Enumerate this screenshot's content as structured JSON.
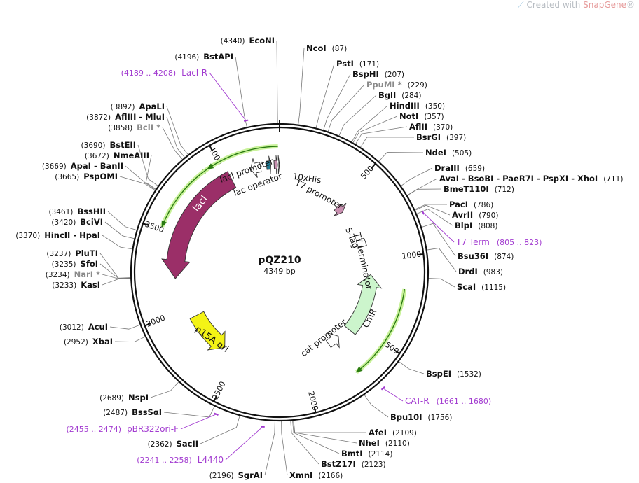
{
  "watermark": {
    "prefix": "Created with ",
    "brand": "SnapGene",
    "suffix": "®"
  },
  "plasmid": {
    "name": "pQZ210",
    "size": "4349 bp",
    "length": 4349
  },
  "ticks": [
    {
      "bp": 500,
      "label": "500"
    },
    {
      "bp": 1000,
      "label": "1000"
    },
    {
      "bp": 1500,
      "label": "1500"
    },
    {
      "bp": 2000,
      "label": "2000"
    },
    {
      "bp": 2500,
      "label": "2500"
    },
    {
      "bp": 3000,
      "label": "3000"
    },
    {
      "bp": 3500,
      "label": "3500"
    },
    {
      "bp": 4000,
      "label": "4000"
    }
  ],
  "features": [
    {
      "name": "lacI",
      "start": 3220,
      "end": 4020,
      "strand": "reverse",
      "color": "#9b2f68",
      "text_color": "#ffffff"
    },
    {
      "name": "CmR",
      "start": 1105,
      "end": 1565,
      "strand": "reverse",
      "color": "#ccf5cc",
      "text_color": "#111111"
    },
    {
      "name": "p15A ori",
      "start": 2610,
      "end": 2930,
      "strand": "reverse",
      "color": "#f3f316",
      "text_color": "#111111"
    },
    {
      "name": "cat promoter",
      "start": 1660,
      "end": 1760,
      "strand": "reverse",
      "color": "#ffffff",
      "text_color": "#111111"
    },
    {
      "name": "lacI promoter",
      "start": 4160,
      "end": 4225,
      "strand": "reverse",
      "color": "#ffffff",
      "text_color": "#111111"
    },
    {
      "name": "lac operator",
      "start": 4265,
      "end": 4293,
      "strand": "forward",
      "color": "#1f7a93",
      "text_color": "#111111"
    },
    {
      "name": "T7 promoter",
      "start": 4314,
      "end": 4336,
      "strand": "forward",
      "color": "#c98fb0",
      "text_color": "#111111"
    },
    {
      "name": "10xHis",
      "start": 4344,
      "end": 4349,
      "strand": "forward",
      "color": "#c98fb0",
      "text_color": "#111111"
    },
    {
      "name": "S-Tag",
      "start": 500,
      "end": 560,
      "strand": "forward",
      "color": "#c98fb0",
      "text_color": "#111111"
    },
    {
      "name": "T7 terminator",
      "start": 820,
      "end": 880,
      "strand": "forward",
      "color": "#ffffff",
      "text_color": "#111111"
    }
  ],
  "primers": [
    {
      "name": "LacI-R",
      "range": "(4189 .. 4208)",
      "start": 4189,
      "end": 4208
    },
    {
      "name": "T7 Term",
      "range": "(805 .. 823)",
      "start": 805,
      "end": 823
    },
    {
      "name": "CAT-R",
      "range": "(1661 .. 1680)",
      "start": 1661,
      "end": 1680
    },
    {
      "name": "pBR322ori-F",
      "range": "(2455 .. 2474)",
      "start": 2455,
      "end": 2474
    },
    {
      "name": "L4440",
      "range": "(2241 .. 2258)",
      "start": 2241,
      "end": 2258
    }
  ],
  "enzymes_right": [
    {
      "bp": 87,
      "line": "NcoI",
      "pos": "(87)"
    },
    {
      "bp": 171,
      "line": "PstI",
      "pos": "(171)"
    },
    {
      "bp": 207,
      "line": "BspHI",
      "pos": "(207)"
    },
    {
      "bp": 229,
      "line": "PpuMI *",
      "pos": "(229)",
      "gray": true
    },
    {
      "bp": 284,
      "line": "BglI",
      "pos": "(284)"
    },
    {
      "bp": 350,
      "line": "HindIII",
      "pos": "(350)"
    },
    {
      "bp": 357,
      "line": "NotI",
      "pos": "(357)"
    },
    {
      "bp": 370,
      "line": "AflII",
      "pos": "(370)"
    },
    {
      "bp": 397,
      "line": "BsrGI",
      "pos": "(397)"
    },
    {
      "bp": 505,
      "line": "NdeI",
      "pos": "(505)"
    },
    {
      "bp": 659,
      "line": "DraIII",
      "pos": "(659)"
    },
    {
      "bp": 711,
      "line": "AvaI  - BsoBI  - PaeR7I  - PspXI  - XhoI",
      "pos": "(711)"
    },
    {
      "bp": 712,
      "line": "BmeT110I",
      "pos": "(712)"
    },
    {
      "bp": 786,
      "line": "PacI",
      "pos": "(786)"
    },
    {
      "bp": 790,
      "line": "AvrII",
      "pos": "(790)"
    },
    {
      "bp": 808,
      "line": "BlpI",
      "pos": "(808)"
    },
    {
      "bp": 874,
      "line": "Bsu36I",
      "pos": "(874)"
    },
    {
      "bp": 983,
      "line": "DrdI",
      "pos": "(983)"
    },
    {
      "bp": 1115,
      "line": "ScaI",
      "pos": "(1115)"
    },
    {
      "bp": 1532,
      "line": "BspEI",
      "pos": "(1532)"
    },
    {
      "bp": 1756,
      "line": "Bpu10I",
      "pos": "(1756)"
    },
    {
      "bp": 2109,
      "line": "AfeI",
      "pos": "(2109)"
    },
    {
      "bp": 2110,
      "line": "NheI",
      "pos": "(2110)"
    },
    {
      "bp": 2114,
      "line": "BmtI",
      "pos": "(2114)"
    },
    {
      "bp": 2123,
      "line": "BstZ17I",
      "pos": "(2123)"
    },
    {
      "bp": 2166,
      "line": "XmnI",
      "pos": "(2166)"
    }
  ],
  "enzymes_left": [
    {
      "bp": 4340,
      "line": "EcoNI",
      "pos": "(4340)"
    },
    {
      "bp": 4196,
      "line": "BstAPI",
      "pos": "(4196)"
    },
    {
      "bp": 3892,
      "line": "ApaLI",
      "pos": "(3892)"
    },
    {
      "bp": 3872,
      "line": "AflIII  - MluI",
      "pos": "(3872)"
    },
    {
      "bp": 3858,
      "line": "BclI *",
      "pos": "(3858)",
      "gray": true
    },
    {
      "bp": 3690,
      "line": "BstEII",
      "pos": "(3690)"
    },
    {
      "bp": 3672,
      "line": "NmeAIII",
      "pos": "(3672)"
    },
    {
      "bp": 3669,
      "line": "ApaI  - BanII",
      "pos": "(3669)"
    },
    {
      "bp": 3665,
      "line": "PspOMI",
      "pos": "(3665)"
    },
    {
      "bp": 3461,
      "line": "BssHII",
      "pos": "(3461)"
    },
    {
      "bp": 3420,
      "line": "BciVI",
      "pos": "(3420)"
    },
    {
      "bp": 3370,
      "line": "HincII  - HpaI",
      "pos": "(3370)"
    },
    {
      "bp": 3237,
      "line": "PluTI",
      "pos": "(3237)"
    },
    {
      "bp": 3235,
      "line": "SfoI",
      "pos": "(3235)"
    },
    {
      "bp": 3234,
      "line": "NarI *",
      "pos": "(3234)",
      "gray": true
    },
    {
      "bp": 3233,
      "line": "KasI",
      "pos": "(3233)"
    },
    {
      "bp": 3012,
      "line": "AcuI",
      "pos": "(3012)"
    },
    {
      "bp": 2952,
      "line": "XbaI",
      "pos": "(2952)"
    },
    {
      "bp": 2689,
      "line": "NspI",
      "pos": "(2689)"
    },
    {
      "bp": 2487,
      "line": "BssSαI",
      "pos": "(2487)"
    },
    {
      "bp": 2362,
      "line": "SacII",
      "pos": "(2362)"
    },
    {
      "bp": 2196,
      "line": "SgrAI",
      "pos": "(2196)"
    }
  ]
}
